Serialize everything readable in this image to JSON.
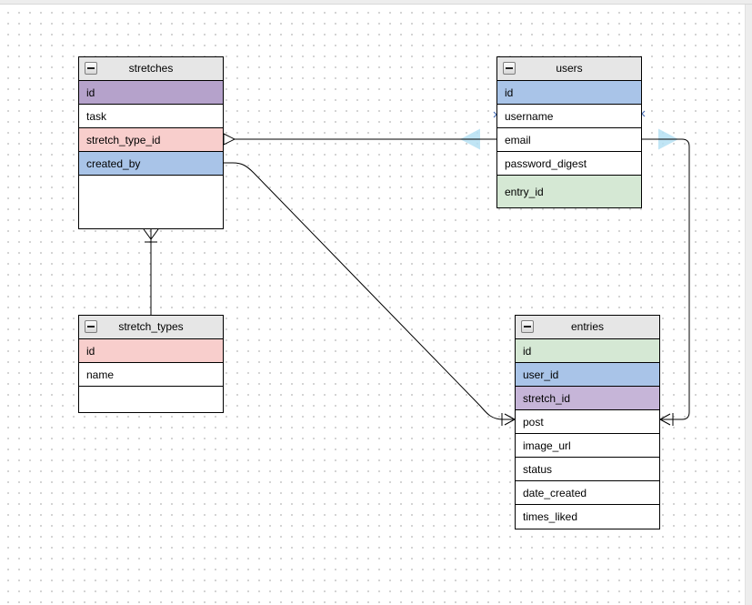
{
  "canvas": {
    "kind": "er-diagram-editor-canvas",
    "background": "#ffffff",
    "grid_dot_color": "#c9c9c9"
  },
  "colors": {
    "header_bg": "#e6e6e6",
    "purple": "#b5a2cb",
    "purple_light": "#c6b5d8",
    "pink": "#f8cecc",
    "blue": "#a9c4e8",
    "green": "#d5e8d4",
    "white": "#ffffff",
    "hover_arrow": "#b5e1f3",
    "connection_x": "#4a6fb5",
    "edge_stroke": "#000000"
  },
  "tables": [
    {
      "title": "stretches",
      "collapse_icon": "minus-square-icon",
      "rows": [
        {
          "label": "id",
          "bg": "#b5a2cb"
        },
        {
          "label": "task",
          "bg": "#ffffff"
        },
        {
          "label": "stretch_type_id",
          "bg": "#f8cecc"
        },
        {
          "label": "created_by",
          "bg": "#a9c4e8"
        }
      ]
    },
    {
      "title": "users",
      "collapse_icon": "minus-square-icon",
      "rows": [
        {
          "label": "id",
          "bg": "#a9c4e8"
        },
        {
          "label": "username",
          "bg": "#ffffff"
        },
        {
          "label": "email",
          "bg": "#ffffff"
        },
        {
          "label": "password_digest",
          "bg": "#ffffff"
        },
        {
          "label": "entry_id",
          "bg": "#d5e8d4"
        }
      ]
    },
    {
      "title": "stretch_types",
      "collapse_icon": "minus-square-icon",
      "rows": [
        {
          "label": "id",
          "bg": "#f8cecc"
        },
        {
          "label": "name",
          "bg": "#ffffff"
        }
      ]
    },
    {
      "title": "entries",
      "collapse_icon": "minus-square-icon",
      "rows": [
        {
          "label": "id",
          "bg": "#d5e8d4"
        },
        {
          "label": "user_id",
          "bg": "#a9c4e8"
        },
        {
          "label": "stretch_id",
          "bg": "#c6b5d8"
        },
        {
          "label": "post",
          "bg": "#ffffff"
        },
        {
          "label": "image_url",
          "bg": "#ffffff"
        },
        {
          "label": "status",
          "bg": "#ffffff"
        },
        {
          "label": "date_created",
          "bg": "#ffffff"
        },
        {
          "label": "times_liked",
          "bg": "#ffffff"
        }
      ]
    }
  ],
  "relationships": [
    {
      "from_table": "stretches",
      "from_field": "stretch_type_id",
      "to_table": "users",
      "to_field": "email",
      "source_marker": "open-arrow",
      "target_marker": "none"
    },
    {
      "from_table": "users",
      "from_field": "email",
      "to_table": "entries",
      "to_field": "post",
      "source_marker": "none",
      "target_marker": "open-arrow-one"
    },
    {
      "from_table": "stretches",
      "from_field": "created_by",
      "to_table": "entries",
      "to_field": "post",
      "source_marker": "none",
      "target_marker": "open-arrow-one"
    },
    {
      "from_table": "stretches",
      "from_field": "(bottom)",
      "to_table": "stretch_types",
      "to_field": "(top)",
      "source_marker": "crows-foot-one",
      "target_marker": "none"
    }
  ],
  "overlays": {
    "hover_direction_arrows": [
      "left-of-users",
      "right-of-users"
    ],
    "connection_x_marks": [
      "users.username.left",
      "users.username.right"
    ]
  }
}
